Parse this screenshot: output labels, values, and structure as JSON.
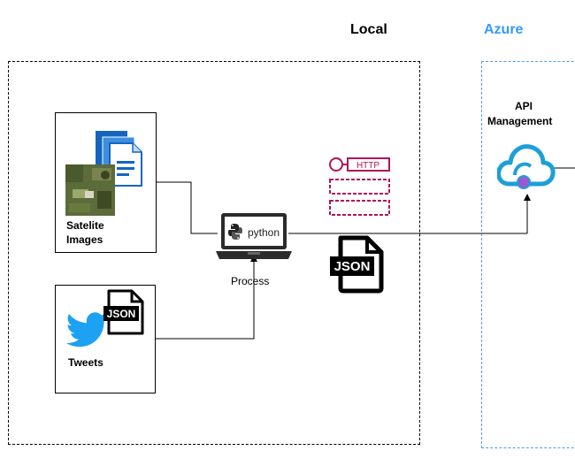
{
  "headers": {
    "local": "Local",
    "azure": "Azure"
  },
  "nodes": {
    "satellite": {
      "label_line1": "Satelite",
      "label_line2": "Images"
    },
    "tweets": {
      "label": "Tweets"
    },
    "process": {
      "label": "Process",
      "python_text": "python"
    },
    "http": {
      "text": "HTTP"
    },
    "json_badge": {
      "text": "JSON"
    },
    "tweets_json": {
      "text": "JSON"
    },
    "api": {
      "label_line1": "API",
      "label_line2": "Management"
    }
  },
  "colors": {
    "azure_header": "#3399ff",
    "azure_border": "#4d9fe6",
    "http_pink": "#b0145a",
    "cloud_blue": "#1e9fd8",
    "twitter_blue": "#1da1f2",
    "doc_blue": "#1565c0",
    "api_dot": "#9b59d0"
  },
  "icons": [
    "documents-icon",
    "satellite-photo-icon",
    "twitter-bird-icon",
    "json-file-icon",
    "laptop-icon",
    "python-logo-icon",
    "http-request-icon",
    "api-management-cloud-icon"
  ]
}
